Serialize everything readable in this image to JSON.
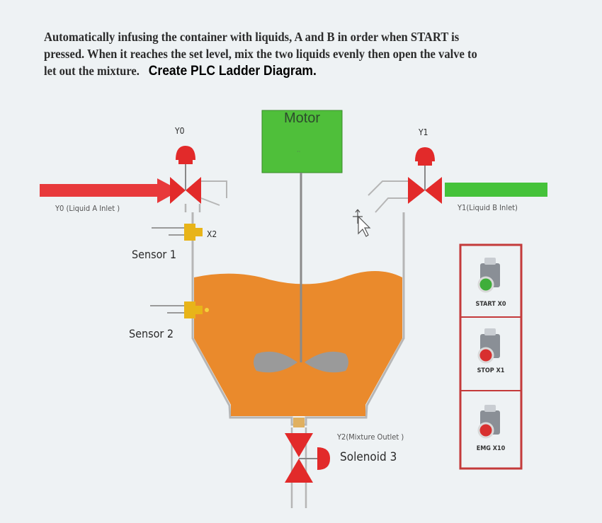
{
  "prompt": {
    "line1": "Automatically infusing the container with liquids, A and B in order when START is",
    "line2": "pressed. When it reaches the set level, mix the two liquids evenly then open the valve to",
    "line3": "let out the mixture.",
    "task": "Create PLC Ladder Diagram."
  },
  "valves": {
    "y0_tag": "Y0",
    "y0_caption": "Y0 (Liquid A Inlet )",
    "y1_tag": "Y1",
    "y1_caption": "Y1(Liquid B Inlet)",
    "y2_caption": "Y2(Mixture Outlet )",
    "y2_name": "Solenoid 3"
  },
  "motor": {
    "label": "Motor"
  },
  "sensors": {
    "s1_name": "Sensor 1",
    "s1_tag": "X2",
    "s2_name": "Sensor 2"
  },
  "buttons": [
    {
      "label": "START X0"
    },
    {
      "label": "STOP X1"
    },
    {
      "label": "EMG X10"
    }
  ],
  "colors": {
    "liquid_a": "#e8393b",
    "liquid_b": "#45c23a",
    "motor": "#4fbf3a",
    "mixture": "#ea8a2c",
    "valve_red": "#e22a2a",
    "panel_border": "#c43a3a",
    "impeller": "#9a9a9a",
    "sensor": "#e8b419"
  }
}
